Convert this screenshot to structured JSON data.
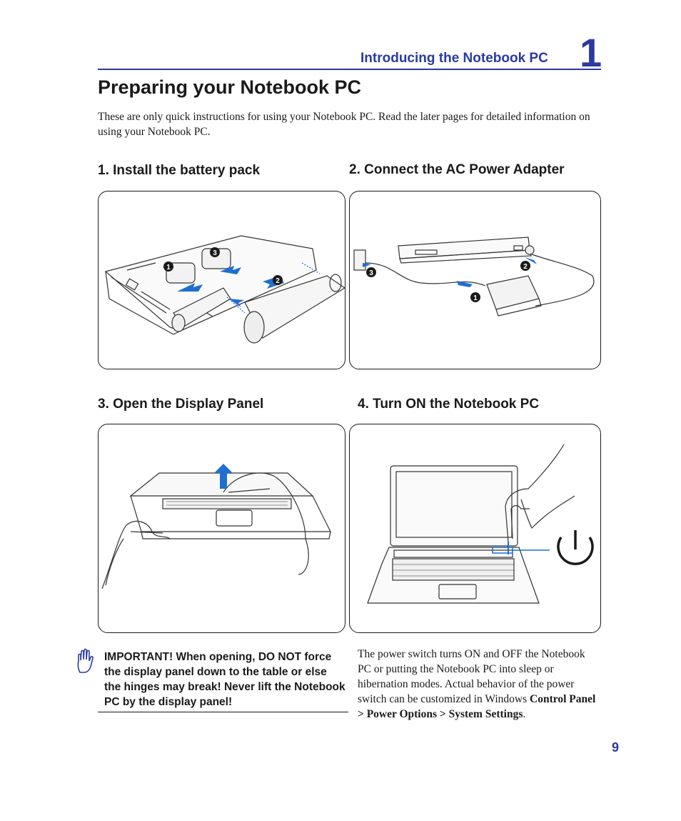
{
  "header": {
    "chapter_title": "Introducing the Notebook PC",
    "chapter_number": "1"
  },
  "page_title": "Preparing your Notebook PC",
  "intro": "These are only quick instructions for using your Notebook PC. Read the later pages for detailed information on using your Notebook PC.",
  "steps": [
    {
      "heading": "1. Install the battery pack",
      "callouts": [
        "1",
        "2",
        "3"
      ]
    },
    {
      "heading": "2. Connect the AC Power Adapter",
      "callouts": [
        "1",
        "2",
        "3"
      ]
    },
    {
      "heading": "3. Open the Display Panel"
    },
    {
      "heading": "4. Turn ON the Notebook PC"
    }
  ],
  "important_note": "IMPORTANT!  When opening, DO NOT force the display panel down to the table or else the hinges may break! Never lift the Notebook PC by the display panel!",
  "power_description": {
    "text": "The power switch turns ON and OFF the Notebook PC or putting the Notebook PC into sleep or hibernation modes. Actual behavior of the power switch can be customized in Windows ",
    "bold": "Control Panel > Power Options > System Settings",
    "end": "."
  },
  "page_number": "9",
  "icons": {
    "important": "raised-hand-icon",
    "power": "power-icon"
  }
}
